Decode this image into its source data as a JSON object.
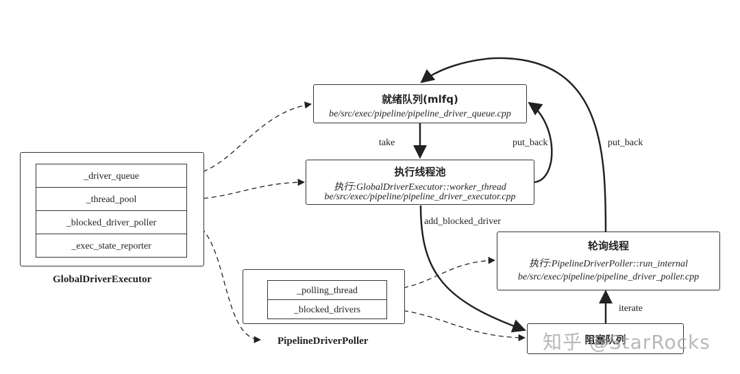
{
  "nodes": {
    "ready_queue": {
      "title": "就绪队列(mlfq)",
      "path": "be/src/exec/pipeline/pipeline_driver_queue.cpp"
    },
    "exec_pool": {
      "title": "执行线程池",
      "exec_line": "执行:GlobalDriverExecutor::worker_thread",
      "path": "be/src/exec/pipeline/pipeline_driver_executor.cpp"
    },
    "poll_thread": {
      "title": "轮询线程",
      "exec_line": "执行:PipelineDriverPoller::run_internal",
      "path": "be/src/exec/pipeline/pipeline_driver_poller.cpp"
    },
    "blocked_queue": {
      "title": "阻塞队列"
    }
  },
  "global_executor": {
    "caption": "GlobalDriverExecutor",
    "fields": [
      "_driver_queue",
      "_thread_pool",
      "_blocked_driver_poller",
      "_exec_state_reporter"
    ]
  },
  "driver_poller": {
    "caption": "PipelineDriverPoller",
    "fields": [
      "_polling_thread",
      "_blocked_drivers"
    ]
  },
  "edge_labels": {
    "take": "take",
    "put_back_pool": "put_back",
    "put_back_poll": "put_back",
    "add_blocked": "add_blocked_driver",
    "iterate": "iterate"
  },
  "watermark": "知乎 @StarRocks"
}
